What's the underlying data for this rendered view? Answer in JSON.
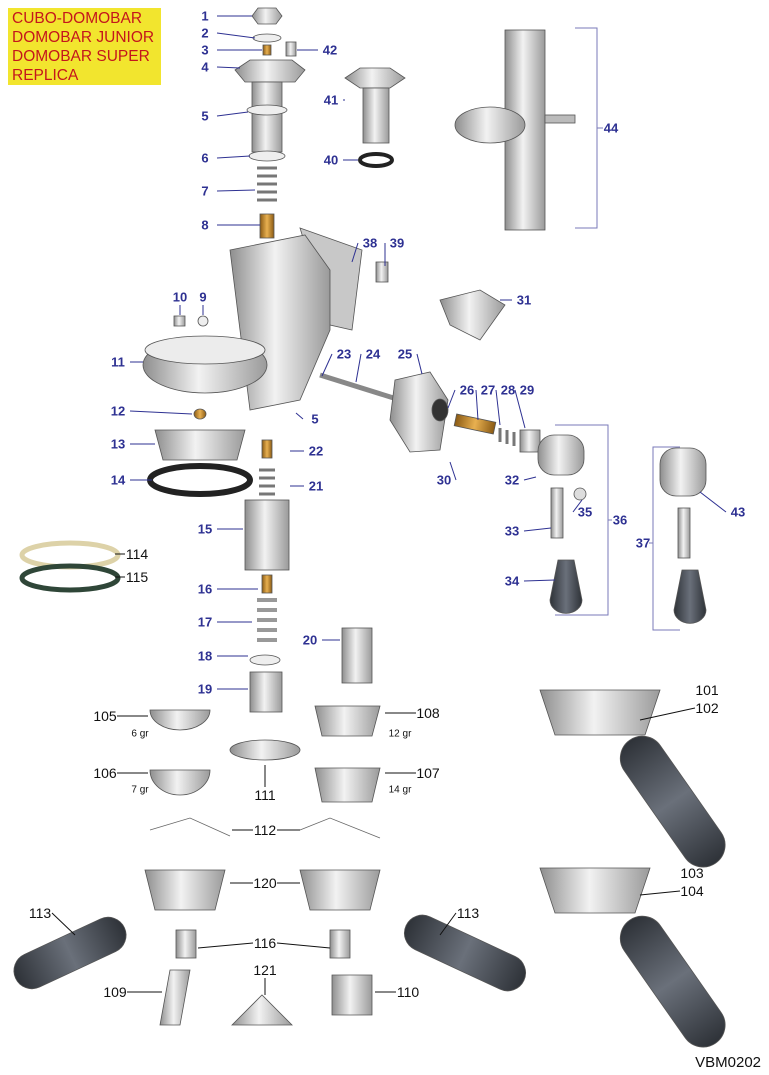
{
  "models": [
    "CUBO-DOMOBAR",
    "DOMOBAR JUNIOR",
    "DOMOBAR SUPER",
    "REPLICA"
  ],
  "drawing_code": "VBM0202",
  "colors": {
    "callout": "#2e3192",
    "models_bg": "#f2e52e",
    "models_text": "#c4161c",
    "metal": "#c9c9c9",
    "brass": "#c88a2a",
    "rubber": "#4a4f57"
  },
  "callouts": [
    "1",
    "2",
    "3",
    "4",
    "42",
    "41",
    "40",
    "44",
    "5",
    "6",
    "7",
    "8",
    "38",
    "39",
    "10",
    "9",
    "31",
    "11",
    "23",
    "24",
    "25",
    "26",
    "27",
    "28",
    "29",
    "5",
    "12",
    "13",
    "22",
    "14",
    "30",
    "32",
    "21",
    "35",
    "36",
    "43",
    "15",
    "33",
    "37",
    "34",
    "16",
    "17",
    "20",
    "18",
    "19"
  ],
  "black_labels": [
    "114",
    "115",
    "101",
    "102",
    "105",
    "108",
    "106",
    "111",
    "107",
    "112",
    "103",
    "104",
    "120",
    "113",
    "113",
    "116",
    "109",
    "121",
    "110"
  ],
  "weights": [
    "6 gr",
    "12 gr",
    "7 gr",
    "14 gr"
  ]
}
